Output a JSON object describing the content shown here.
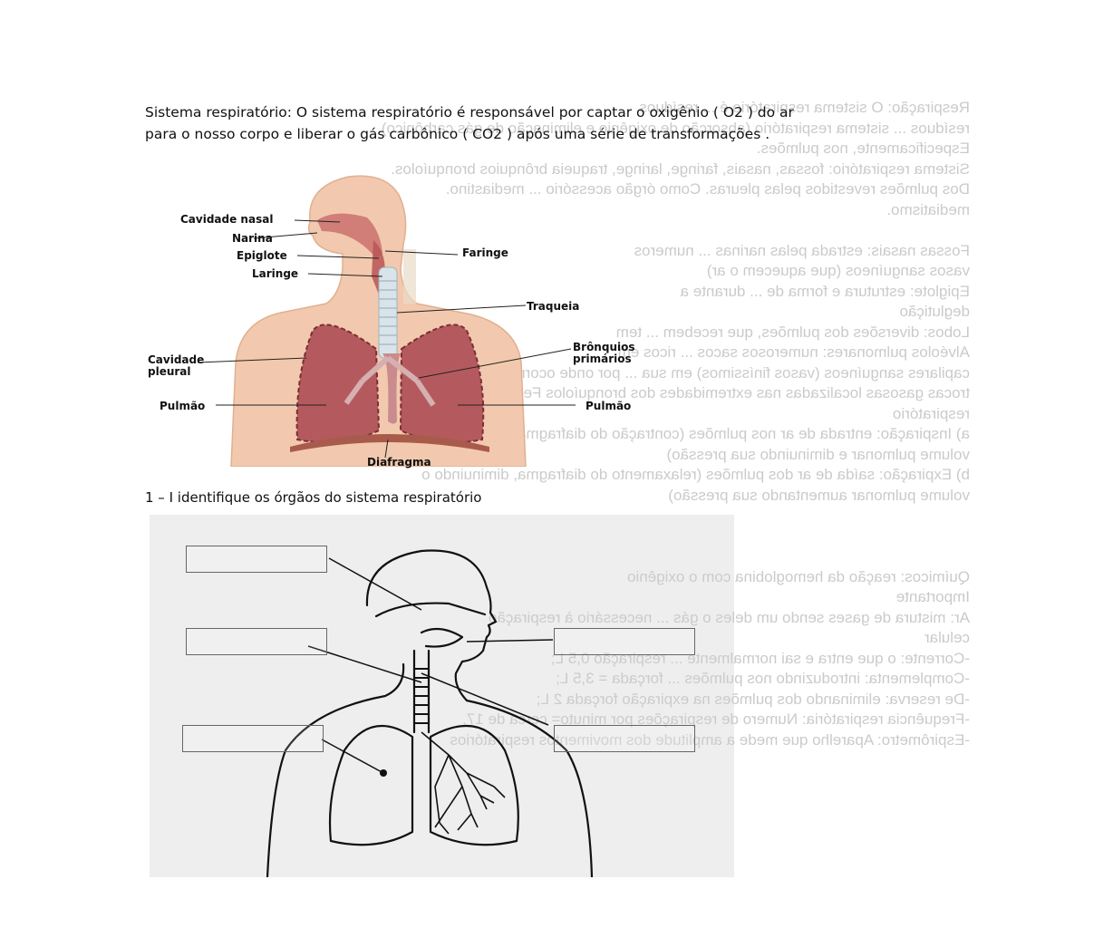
{
  "intro": {
    "line1": "Sistema respiratório: O sistema respiratório é responsável por captar o oxigênio  ( O2 ) do ar",
    "line2": "para o nosso corpo e liberar o gás carbônico  ( CO2 ) após uma série de transformações ."
  },
  "figure": {
    "labels": {
      "cavidade_nasal": "Cavidade nasal",
      "narina": "Narina",
      "epiglote": "Epiglote",
      "faringe": "Faringe",
      "laringe": "Laringe",
      "traqueia": "Traqueia",
      "bronquios_1": "Brônquios",
      "bronquios_2": "primários",
      "cavidade_pleural_1": "Cavidade",
      "cavidade_pleural_2": "pleural",
      "pulmao_left": "Pulmão",
      "pulmao_right": "Pulmão",
      "diafragma": "Diafragma"
    }
  },
  "question": {
    "text": "1 – I identifique os órgãos do sistema respiratório"
  },
  "colors": {
    "skin": "#f2c9ae",
    "lung": "#b45a5e",
    "trachea": "#d9e4ea",
    "bleed": "#9a9a9a"
  },
  "bleed_through": [
    "Respiração: O sistema respiratório é ... resíduos",
    "resíduos ... sistema respiratório (absorção de oxigênio e eliminação de gás carbônico).",
    "Especificamente, nos pulmões.",
    "Sistema respiratório: fossas, nasais, faringe, laringe, traqueia brônquios bronquíolos.",
    "Dos pulmões revestidos pelas pleuras. Como órgão acessório ... mediastino.",
    "mediatismo.",
    "",
    "Fossas nasais: estrada pelas narinas ... numeros",
    "vasos sanguíneos (que aquecem o ar)",
    "Epiglote: estrutura e forma de ... durante a",
    "deglutição",
    "Lobos: diversões dos pulmões, que recebem ... tem",
    "Alvéolos pulmonares: numerosos sacos ... ricos em",
    "capilares sanguíneos (vasos finíssimos) em sua ... por onde ocorrem as",
    "trocas gasosas localizadas nas extremidades dos bronquíolos Fenômeno",
    "respiratório",
    "a) Inspiração: entrada de ar nos pulmões (contração do diafragma, aumenta o",
    "volume pulmonar e diminuindo sua pressão)",
    "b) Expiração: saída de ar dos pulmões (relaxamento do diafragma, diminuindo o",
    "volume pulmonar aumentando sua pressão)",
    "",
    "",
    "",
    "Químicos: reação da hemoglobina com o oxigênio",
    "Importante",
    "Ar: mistura de gases sendo um deles o gás ... necessário à respiração",
    "celular",
    "-Corrente: o que entra e sai normalmente ... respiração 0,5 L;",
    "-Complementa: introduzindo nos pulmões ... forçada = 3,5 L;",
    "-De reserva: eliminando dos pulmões na expiração forçada 2 L;",
    "-Frequência respiratória: Numero de respirações por minuto= cerca de 17,",
    "-Espirômetro: Aparelho que mede a amplitude dos movimentos respiratórios"
  ]
}
